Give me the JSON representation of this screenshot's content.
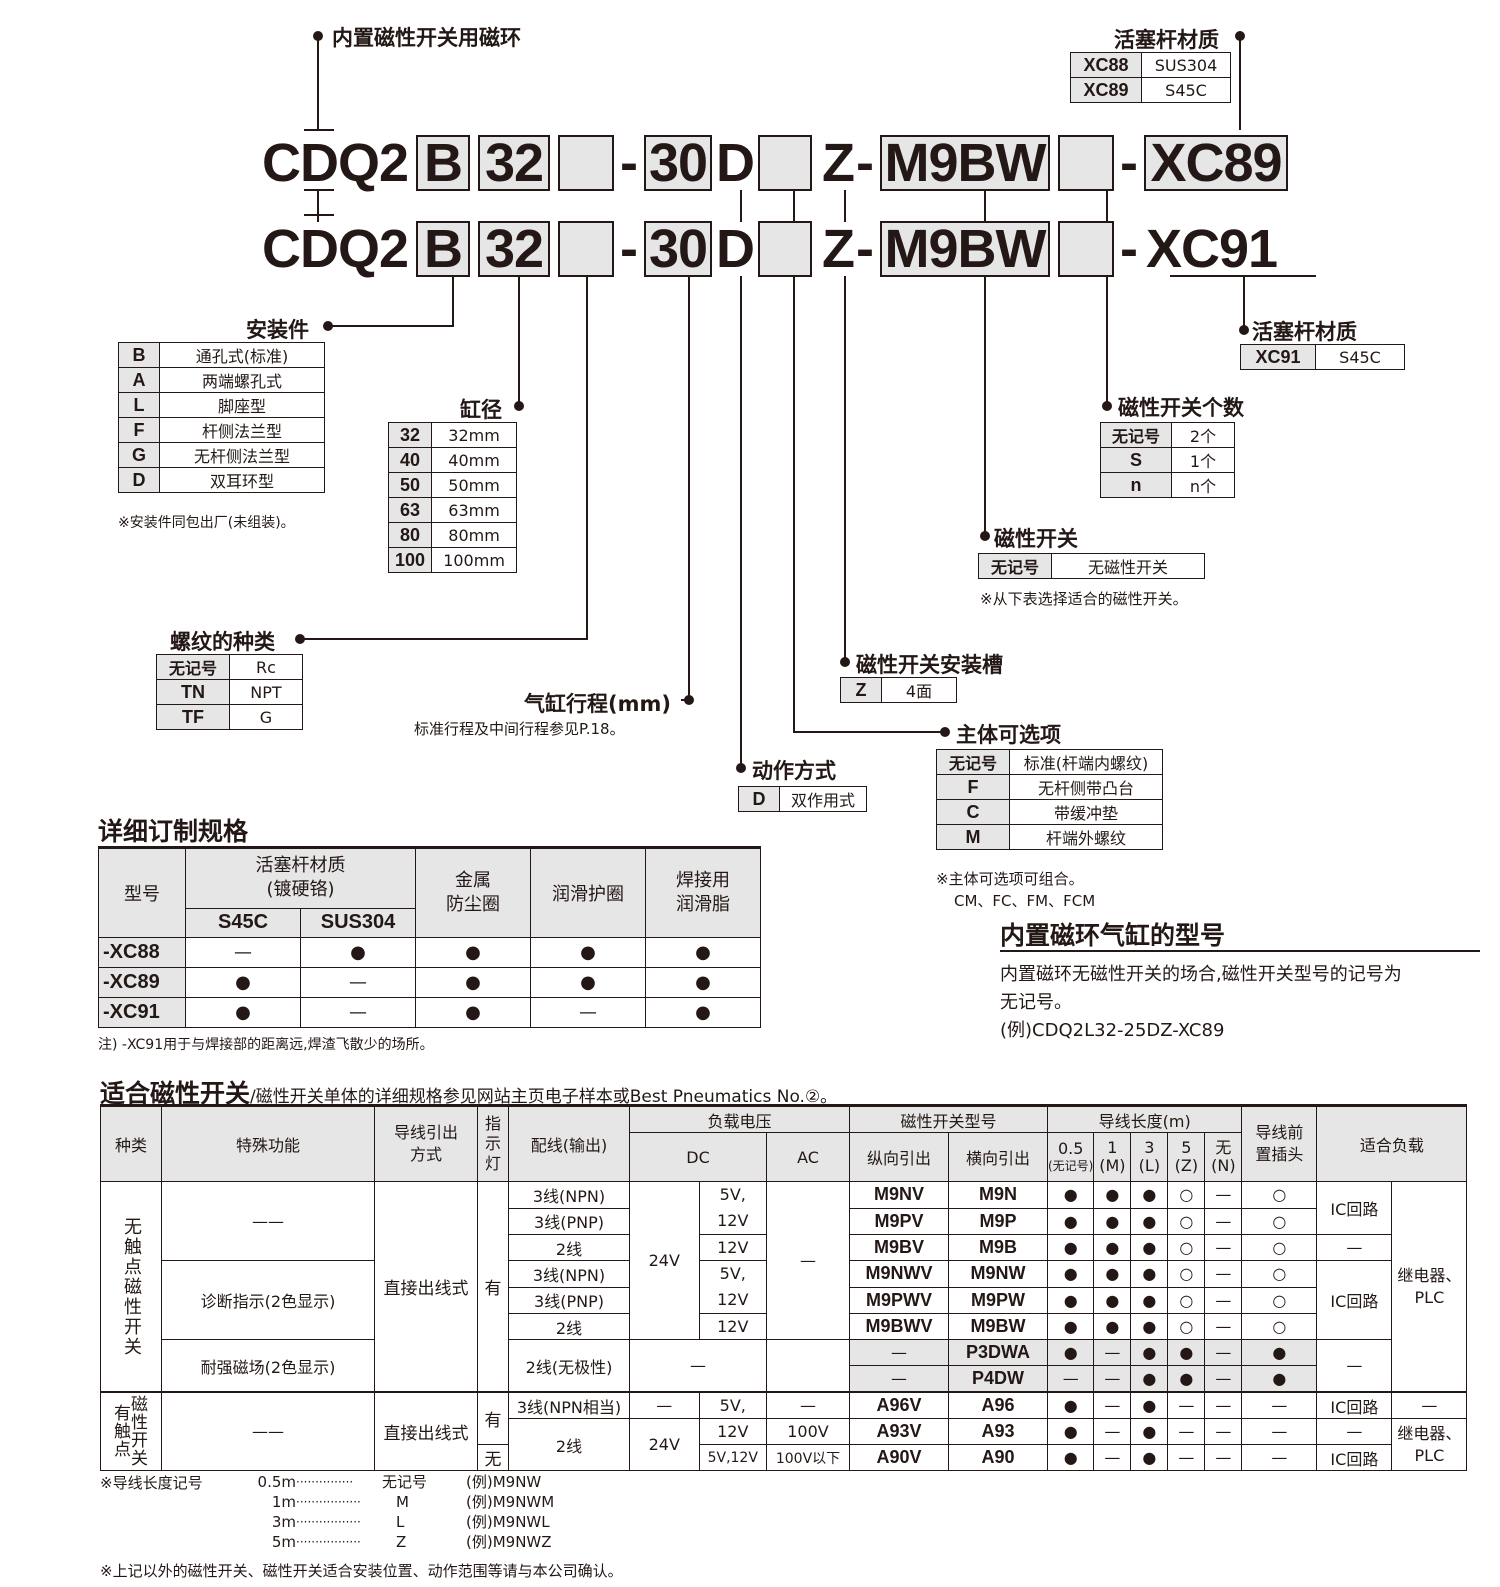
{
  "magnet_ring_label": "内置磁性开关用磁环",
  "model1": {
    "prefix": "CDQ2",
    "mount": "B",
    "bore": "32",
    "stroke": "30",
    "action": "D",
    "slot": "Z",
    "switch": "M9BW",
    "suffix": "XC89",
    "dash": "-"
  },
  "model2": {
    "prefix": "CDQ2",
    "mount": "B",
    "bore": "32",
    "stroke": "30",
    "action": "D",
    "slot": "Z",
    "switch": "M9BW",
    "suffix": "XC91",
    "dash": "-"
  },
  "piston_rod_top": {
    "title": "活塞杆材质",
    "rows": [
      {
        "k": "XC88",
        "v": "SUS304"
      },
      {
        "k": "XC89",
        "v": "S45C"
      }
    ]
  },
  "piston_rod_right": {
    "title": "活塞杆材质",
    "rows": [
      {
        "k": "XC91",
        "v": "S45C"
      }
    ]
  },
  "mounting": {
    "title": "安装件",
    "rows": [
      {
        "k": "B",
        "v": "通孔式(标准)"
      },
      {
        "k": "A",
        "v": "两端螺孔式"
      },
      {
        "k": "L",
        "v": "脚座型"
      },
      {
        "k": "F",
        "v": "杆侧法兰型"
      },
      {
        "k": "G",
        "v": "无杆侧法兰型"
      },
      {
        "k": "D",
        "v": "双耳环型"
      }
    ],
    "note": "※安装件同包出厂(未组装)。"
  },
  "bore": {
    "title": "缸径",
    "rows": [
      {
        "k": "32",
        "v": "32mm"
      },
      {
        "k": "40",
        "v": "40mm"
      },
      {
        "k": "50",
        "v": "50mm"
      },
      {
        "k": "63",
        "v": "63mm"
      },
      {
        "k": "80",
        "v": "80mm"
      },
      {
        "k": "100",
        "v": "100mm"
      }
    ]
  },
  "thread": {
    "title": "螺纹的种类",
    "rows": [
      {
        "k": "无记号",
        "v": "Rc"
      },
      {
        "k": "TN",
        "v": "NPT"
      },
      {
        "k": "TF",
        "v": "G"
      }
    ]
  },
  "stroke": {
    "title": "气缸行程(mm)",
    "note": "标准行程及中间行程参见P.18。"
  },
  "action": {
    "title": "动作方式",
    "rows": [
      {
        "k": "D",
        "v": "双作用式"
      }
    ]
  },
  "slot": {
    "title": "磁性开关安装槽",
    "rows": [
      {
        "k": "Z",
        "v": "4面"
      }
    ]
  },
  "body_option": {
    "title": "主体可选项",
    "rows": [
      {
        "k": "无记号",
        "v": "标准(杆端内螺纹)"
      },
      {
        "k": "F",
        "v": "无杆侧带凸台"
      },
      {
        "k": "C",
        "v": "带缓冲垫"
      },
      {
        "k": "M",
        "v": "杆端外螺纹"
      }
    ],
    "note1": "※主体可选项可组合。",
    "note2": "CM、FC、FM、FCM"
  },
  "switch_sel": {
    "title": "磁性开关",
    "rows": [
      {
        "k": "无记号",
        "v": "无磁性开关"
      }
    ],
    "note": "※从下表选择适合的磁性开关。"
  },
  "switch_qty": {
    "title": "磁性开关个数",
    "rows": [
      {
        "k": "无记号",
        "v": "2个"
      },
      {
        "k": "S",
        "v": "1个"
      },
      {
        "k": "n",
        "v": "n个"
      }
    ]
  },
  "spec": {
    "title": "详细订制规格",
    "h_model": "型号",
    "h_rod": "活塞杆材质",
    "h_rod2": "(镀硬铬)",
    "h_s45c": "S45C",
    "h_sus": "SUS304",
    "h_wiper": "金属",
    "h_wiper2": "防尘圈",
    "h_lube": "润滑护圈",
    "h_weld": "焊接用",
    "h_weld2": "润滑脂",
    "rows": [
      {
        "k": "-XC88",
        "c": [
          "—",
          "●",
          "●",
          "●",
          "●"
        ]
      },
      {
        "k": "-XC89",
        "c": [
          "●",
          "—",
          "●",
          "●",
          "●"
        ]
      },
      {
        "k": "-XC91",
        "c": [
          "●",
          "—",
          "●",
          "—",
          "●"
        ]
      }
    ],
    "note": "注) -XC91用于与焊接部的距离远,焊渣飞散少的场所。"
  },
  "magnet_model": {
    "title": "内置磁环气缸的型号",
    "text1": "内置磁环无磁性开关的场合,磁性开关型号的记号为",
    "text2": "无记号。",
    "example": "(例)CDQ2L32-25DZ-XC89"
  },
  "switch_table": {
    "title": "适合磁性开关",
    "subtitle": "/磁性开关单体的详细规格参见网站主页电子样本或Best Pneumatics No.②。",
    "h": {
      "type": "种类",
      "func": "特殊功能",
      "entry": "导线引出方式",
      "entry1": "导线引出",
      "entry2": "方式",
      "ind": "指示灯",
      "ind1": "指",
      "ind2": "示",
      "ind3": "灯",
      "wiring": "配线(输出)",
      "voltage": "负载电压",
      "dc": "DC",
      "ac": "AC",
      "model": "磁性开关型号",
      "vert": "纵向引出",
      "horiz": "横向引出",
      "lead": "导线长度(m)",
      "l05": "0.5",
      "l05s": "(无记号)",
      "l1": "1",
      "l1s": "(M)",
      "l3": "3",
      "l3s": "(L)",
      "l5": "5",
      "l5s": "(Z)",
      "ln": "无",
      "lns": "(N)",
      "pre": "导线前置插头",
      "pre1": "导线前",
      "pre2": "置插头",
      "load": "适合负载"
    },
    "type_solid": "无触点磁性开关",
    "type_reed1": "有触点",
    "type_reed2": "磁性开关",
    "type_reed_a": "有",
    "type_reed_b": "触",
    "type_reed_c": "点",
    "type_reed_d": "磁",
    "type_reed_e": "性",
    "type_reed_f": "开",
    "type_reed_g": "关",
    "func_none": "——",
    "func_diag": "诊断指示(2色显示)",
    "func_strong": "耐强磁场(2色显示)",
    "entry": "直接出线式",
    "ind_yes": "有",
    "ind_no": "无",
    "v24": "24V",
    "dash": "—",
    "v5": "5V,",
    "v12": "12V",
    "v5_12": "5V,12V",
    "v100": "100V",
    "v100b": "100V以下",
    "ic": "IC回路",
    "relay1": "继电器、",
    "relay2": "PLC",
    "rows": [
      {
        "w": "3线(NPN)",
        "vm": "M9NV",
        "hm": "M9N",
        "l": [
          "●",
          "●",
          "●",
          "○",
          "—"
        ],
        "p": "○"
      },
      {
        "w": "3线(PNP)",
        "vm": "M9PV",
        "hm": "M9P",
        "l": [
          "●",
          "●",
          "●",
          "○",
          "—"
        ],
        "p": "○"
      },
      {
        "w": "2线",
        "vm": "M9BV",
        "hm": "M9B",
        "l": [
          "●",
          "●",
          "●",
          "○",
          "—"
        ],
        "p": "○"
      },
      {
        "w": "3线(NPN)",
        "vm": "M9NWV",
        "hm": "M9NW",
        "l": [
          "●",
          "●",
          "●",
          "○",
          "—"
        ],
        "p": "○"
      },
      {
        "w": "3线(PNP)",
        "vm": "M9PWV",
        "hm": "M9PW",
        "l": [
          "●",
          "●",
          "●",
          "○",
          "—"
        ],
        "p": "○"
      },
      {
        "w": "2线",
        "vm": "M9BWV",
        "hm": "M9BW",
        "l": [
          "●",
          "●",
          "●",
          "○",
          "—"
        ],
        "p": "○"
      },
      {
        "w": "2线(无极性)",
        "vm": "—",
        "hm": "P3DWA",
        "l": [
          "●",
          "—",
          "●",
          "●",
          "—"
        ],
        "p": "●"
      },
      {
        "w": "",
        "vm": "—",
        "hm": "P4DW",
        "l": [
          "—",
          "—",
          "●",
          "●",
          "—"
        ],
        "p": "●"
      },
      {
        "w": "3线(NPN相当)",
        "vm": "A96V",
        "hm": "A96",
        "l": [
          "●",
          "—",
          "●",
          "—",
          "—"
        ],
        "p": "—"
      },
      {
        "w": "2线",
        "vm": "A93V",
        "hm": "A93",
        "l": [
          "●",
          "—",
          "●",
          "—",
          "—"
        ],
        "p": "—"
      },
      {
        "w": "",
        "vm": "A90V",
        "hm": "A90",
        "l": [
          "●",
          "—",
          "●",
          "—",
          "—"
        ],
        "p": "—"
      }
    ]
  },
  "lead_note": {
    "label": "※导线长度记号",
    "rows": [
      {
        "len": "0.5m",
        "dots": "···············",
        "code": "无记号",
        "ex": "(例)M9NW"
      },
      {
        "len": "1m",
        "dots": "·················",
        "code": "M",
        "ex": "(例)M9NWM"
      },
      {
        "len": "3m",
        "dots": "·················",
        "code": "L",
        "ex": "(例)M9NWL"
      },
      {
        "len": "5m",
        "dots": "·················",
        "code": "Z",
        "ex": "(例)M9NWZ"
      }
    ],
    "footer": "※上记以外的磁性开关、磁性开关适合安装位置、动作范围等请与本公司确认。"
  }
}
